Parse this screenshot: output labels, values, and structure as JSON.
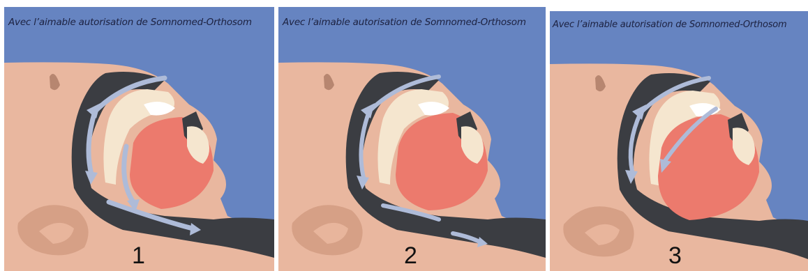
{
  "panels": [
    {
      "caption": "Avec l’aimable autorisation de Somnomed-Orthosom",
      "number": "1"
    },
    {
      "caption": "Avec l’aimable autorisation de Somnomed-Orthosom",
      "number": "2"
    },
    {
      "caption": "Avec l’aimable autorisation de Somnomed-Orthosom",
      "number": "3"
    }
  ],
  "colors": {
    "background": "#6684c1",
    "skin": "#e9b79f",
    "skin_shadow": "#d49a82",
    "airway": "#3b3d42",
    "tongue": "#ec7a6d",
    "bone": "#f5e6cf",
    "arrow": "#aebbd8"
  }
}
